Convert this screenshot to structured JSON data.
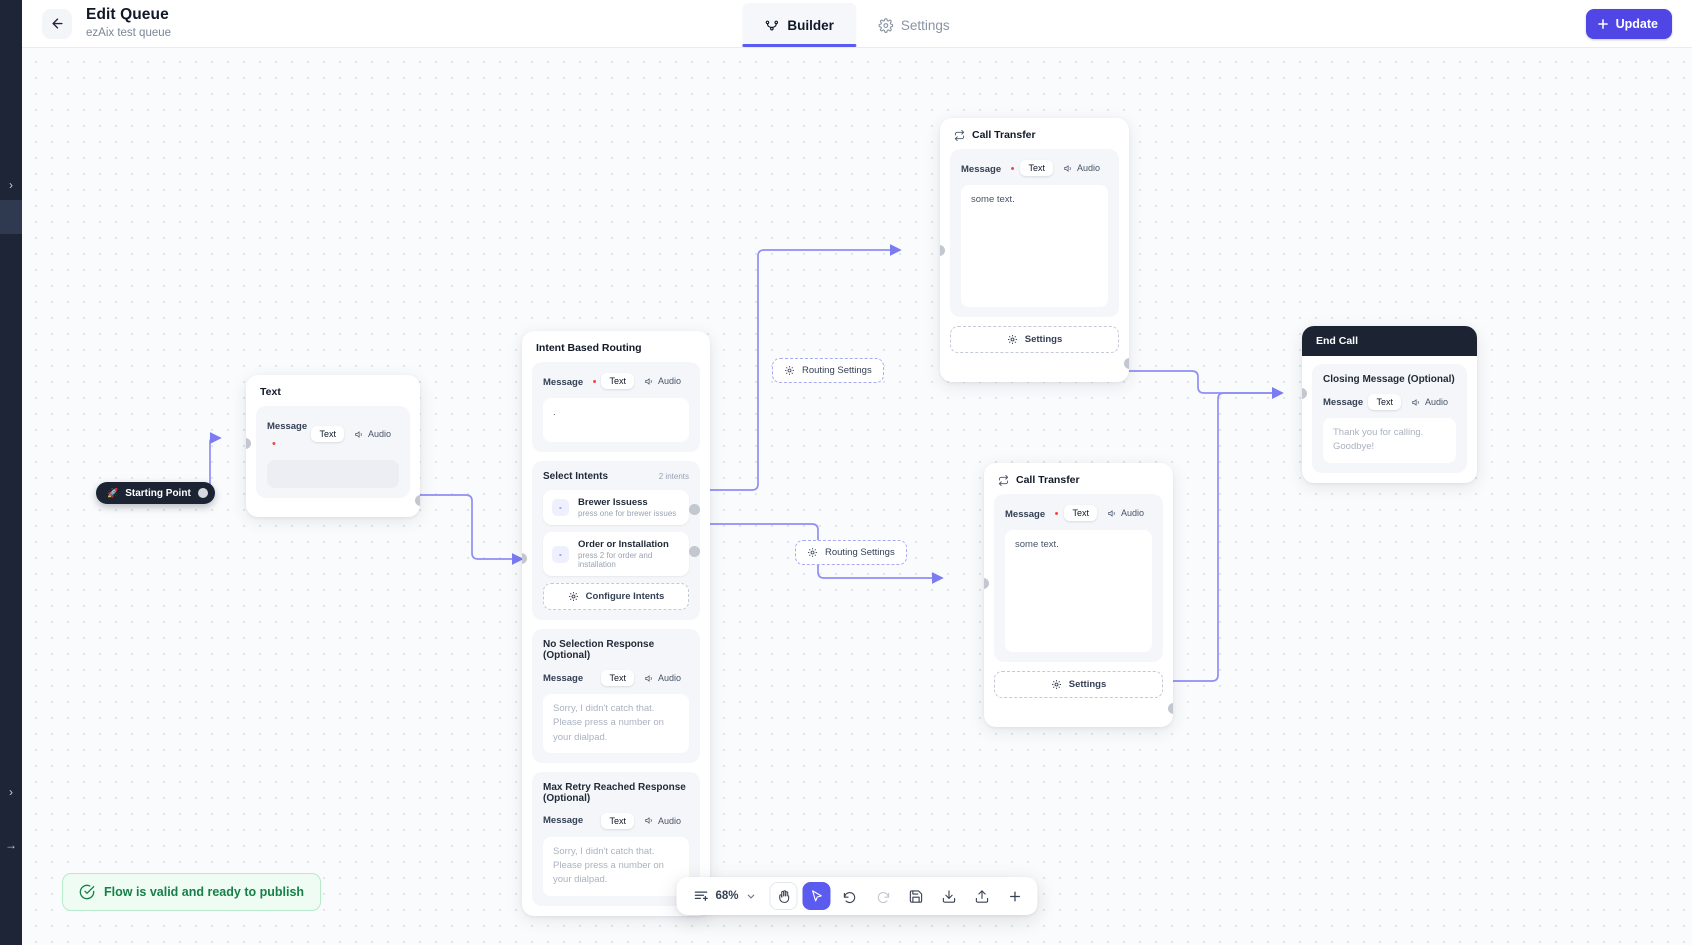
{
  "header": {
    "back_icon": "arrow-left-icon",
    "title": "Edit Queue",
    "subtitle": "ezAix test queue",
    "tabs": [
      {
        "label": "Builder",
        "icon": "flow-builder-icon",
        "active": true
      },
      {
        "label": "Settings",
        "icon": "gear-icon",
        "active": false
      }
    ],
    "update_label": "Update",
    "update_icon": "plus-icon",
    "accent_color": "#4f46e5"
  },
  "canvas": {
    "starting_point": {
      "label": "Starting Point",
      "icon": "rocket-icon"
    },
    "routing_chips": [
      {
        "label": "Routing Settings",
        "icon": "gear-icon"
      },
      {
        "label": "Routing Settings",
        "icon": "gear-icon"
      }
    ],
    "nodes": {
      "text_node": {
        "title": "Text",
        "message_label": "Message",
        "required": true,
        "seg_text": "Text",
        "seg_audio": "Audio",
        "value": ""
      },
      "intent_routing": {
        "title": "Intent Based Routing",
        "message_label": "Message",
        "required": true,
        "seg_text": "Text",
        "seg_audio": "Audio",
        "message_value": ".",
        "select_intents_title": "Select Intents",
        "intents_count": "2 intents",
        "intents": [
          {
            "key": "-",
            "name": "Brewer Issuess",
            "desc": "press one for brewer issues"
          },
          {
            "key": "-",
            "name": "Order or Installation",
            "desc": "press 2 for order and installation"
          }
        ],
        "configure_label": "Configure Intents",
        "configure_icon": "gear-icon",
        "no_selection_title": "No Selection Response (Optional)",
        "no_selection_message_label": "Message",
        "no_selection_placeholder": "Sorry, I didn't catch that. Please press a number on your dialpad.",
        "max_retry_title": "Max Retry Reached Response (Optional)",
        "max_retry_message_label": "Message",
        "max_retry_placeholder": "Sorry, I didn't catch that. Please press a number on your dialpad."
      },
      "call_transfer_1": {
        "title": "Call Transfer",
        "icon": "transfer-icon",
        "message_label": "Message",
        "required": true,
        "seg_text": "Text",
        "seg_audio": "Audio",
        "message_value": "some text.",
        "settings_label": "Settings",
        "settings_icon": "gear-icon"
      },
      "call_transfer_2": {
        "title": "Call Transfer",
        "icon": "transfer-icon",
        "message_label": "Message",
        "required": true,
        "seg_text": "Text",
        "seg_audio": "Audio",
        "message_value": "some text.",
        "settings_label": "Settings",
        "settings_icon": "gear-icon"
      },
      "end_call": {
        "title": "End Call",
        "closing_label": "Closing Message (Optional)",
        "message_label": "Message",
        "seg_text": "Text",
        "seg_audio": "Audio",
        "placeholder": "Thank you for calling. Goodbye!"
      }
    }
  },
  "status": {
    "text": "Flow is valid and ready to publish",
    "icon": "check-circle-icon",
    "color": "#178048"
  },
  "toolbar": {
    "zoom_value": "68%",
    "zoom_icon": "fit-view-icon",
    "chevron_icon": "chevron-down-icon",
    "buttons": [
      {
        "name": "pan-tool",
        "icon": "hand-icon",
        "active": false
      },
      {
        "name": "select-tool",
        "icon": "cursor-icon",
        "active": true
      },
      {
        "name": "undo",
        "icon": "undo-icon",
        "active": false
      },
      {
        "name": "redo",
        "icon": "redo-icon",
        "active": false,
        "disabled": true
      },
      {
        "name": "save",
        "icon": "save-icon",
        "active": false
      },
      {
        "name": "download",
        "icon": "download-icon",
        "active": false
      },
      {
        "name": "upload",
        "icon": "upload-icon",
        "active": false
      },
      {
        "name": "add-node",
        "icon": "plus-icon",
        "active": false
      }
    ]
  }
}
